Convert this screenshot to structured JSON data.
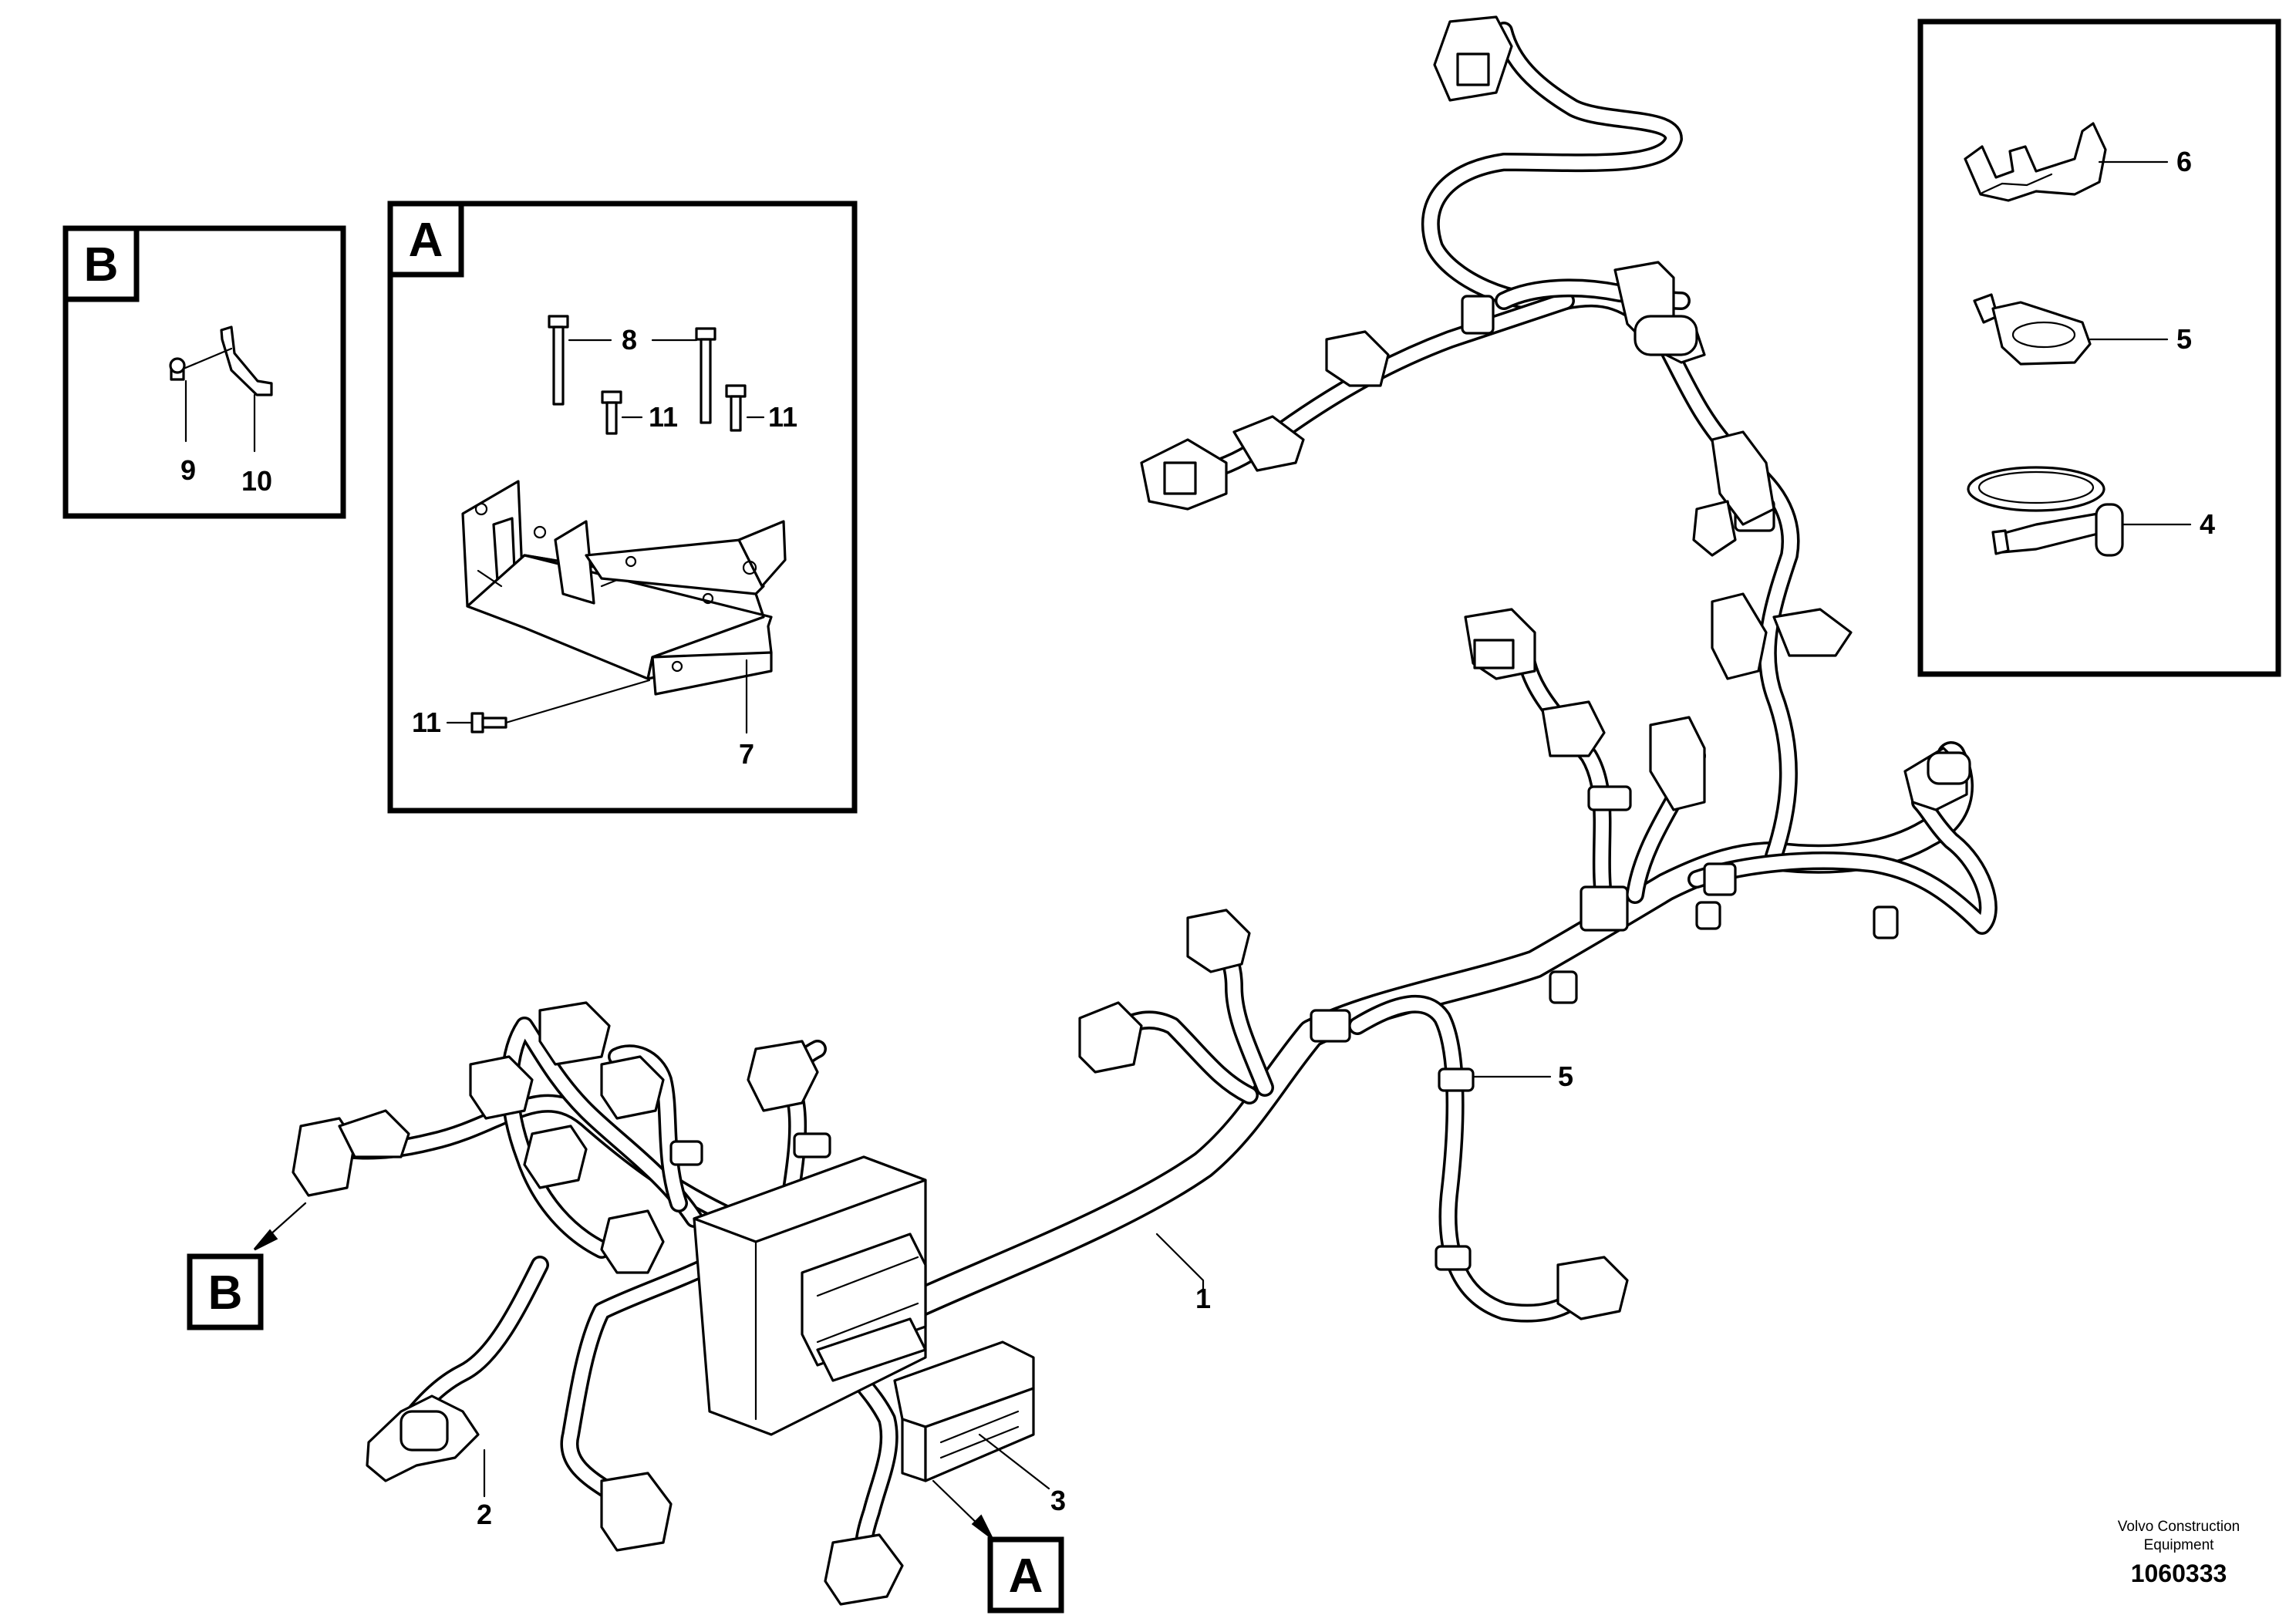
{
  "detail_boxes": {
    "B": {
      "label": "B",
      "callouts": [
        "9",
        "10"
      ]
    },
    "A": {
      "label": "A",
      "callouts": [
        "8",
        "11",
        "11",
        "11",
        "7"
      ]
    },
    "clips": {
      "callouts": [
        "6",
        "5",
        "4"
      ]
    }
  },
  "main_callouts": {
    "harness": "1",
    "connector_left": "2",
    "cover": "3",
    "clip": "5"
  },
  "view_markers": {
    "B": "B",
    "A": "A"
  },
  "footer": {
    "maker_line1": "Volvo Construction",
    "maker_line2": "Equipment",
    "doc_number": "1060333"
  }
}
